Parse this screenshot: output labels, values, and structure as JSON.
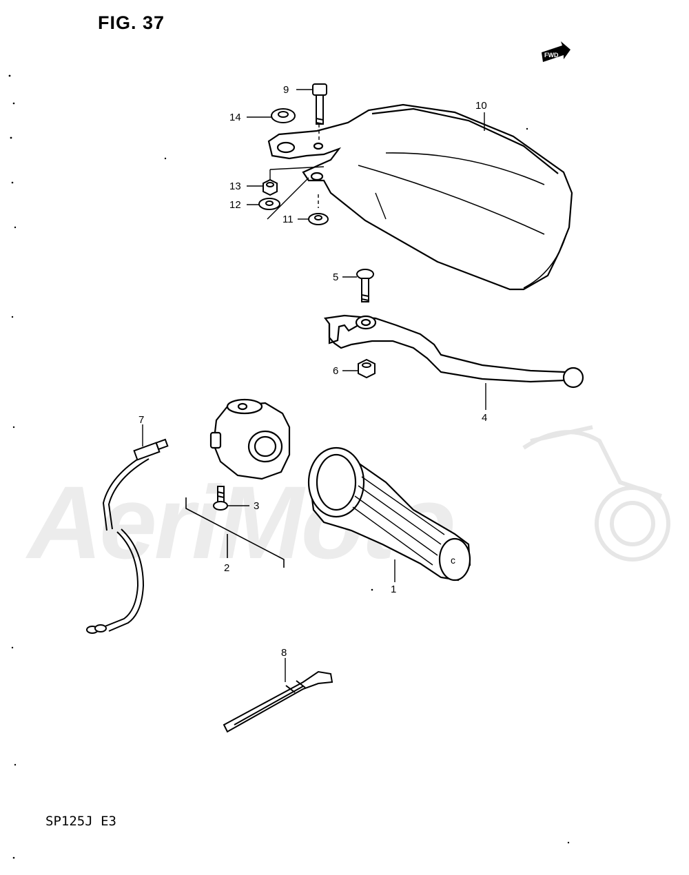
{
  "figure": {
    "title": "FIG. 37",
    "model": "SP125J  E3",
    "direction_badge": "FWD",
    "watermark": "AeriMoto"
  },
  "callouts": [
    {
      "id": "callout-1",
      "label": "1"
    },
    {
      "id": "callout-2",
      "label": "2"
    },
    {
      "id": "callout-3",
      "label": "3"
    },
    {
      "id": "callout-4",
      "label": "4"
    },
    {
      "id": "callout-5",
      "label": "5"
    },
    {
      "id": "callout-6",
      "label": "6"
    },
    {
      "id": "callout-7",
      "label": "7"
    },
    {
      "id": "callout-8",
      "label": "8"
    },
    {
      "id": "callout-9",
      "label": "9"
    },
    {
      "id": "callout-10",
      "label": "10"
    },
    {
      "id": "callout-11",
      "label": "11"
    },
    {
      "id": "callout-12",
      "label": "12"
    },
    {
      "id": "callout-13",
      "label": "13"
    },
    {
      "id": "callout-14",
      "label": "14"
    }
  ],
  "colors": {
    "ink": "#000000",
    "watermark": "#ececec",
    "background": "#ffffff"
  }
}
